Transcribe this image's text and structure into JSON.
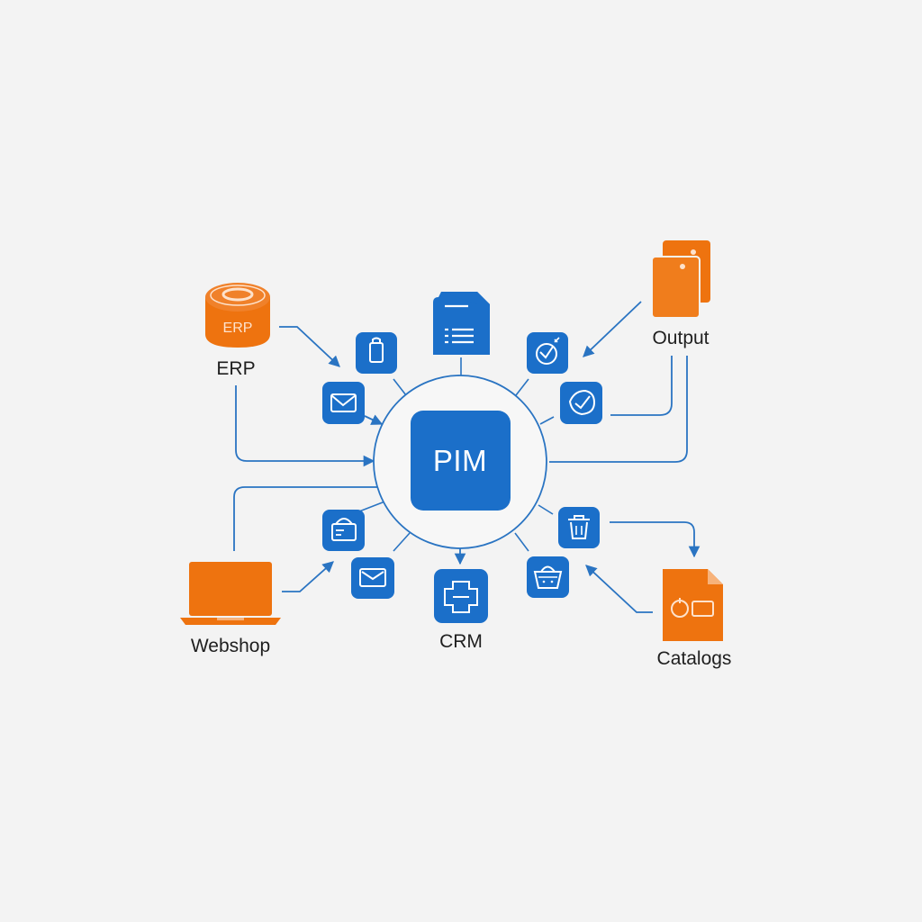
{
  "hub": {
    "label": "PIM"
  },
  "nodes": {
    "erp": {
      "label": "ERP",
      "badge": "ERP"
    },
    "output": {
      "label": "Output"
    },
    "webshop": {
      "label": "Webshop"
    },
    "crm": {
      "label": "CRM"
    },
    "catalogs": {
      "label": "Catalogs"
    }
  },
  "icons": [
    "clipboard-icon",
    "document-icon",
    "clock-check-icon",
    "envelope-icon",
    "check-badge-icon",
    "card-icon",
    "trash-icon",
    "mail-icon",
    "basket-icon"
  ],
  "colors": {
    "primary": "#1b6fc9",
    "accent": "#ee730f",
    "background": "#f3f3f3",
    "line": "#2a74c2"
  }
}
